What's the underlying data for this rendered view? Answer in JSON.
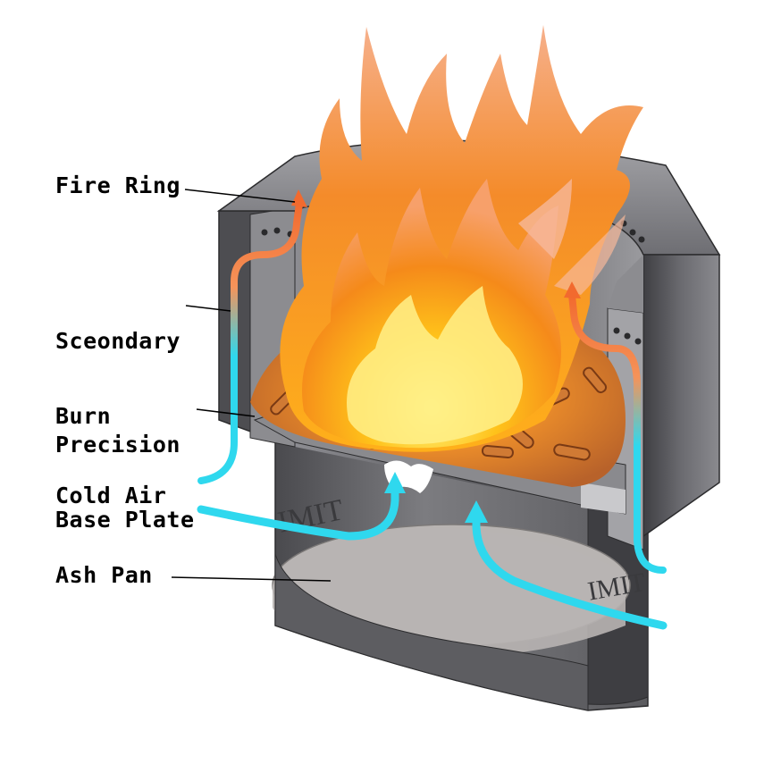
{
  "labels": {
    "fire_ring": "Fire Ring",
    "secondary_burn_line1": "Sceondary",
    "secondary_burn_line2": "Burn",
    "base_plate_line1": "Precision",
    "base_plate_line2": "Base Plate",
    "cold_air": "Cold Air",
    "ash_pan": "Ash Pan"
  },
  "engraving": {
    "front": "IMIT",
    "side": "IMIT"
  },
  "colors": {
    "cold_air_arrow": "#2fd8ee",
    "hot_air_arrow": "#f26a2e",
    "steel_dark": "#5e5e62",
    "steel_light": "#9a9a9e",
    "ash_pan": "#b8b4b2",
    "flame_core": "#ffd21e",
    "flame_outer": "#f07a18",
    "pellets": "#c8702e"
  }
}
